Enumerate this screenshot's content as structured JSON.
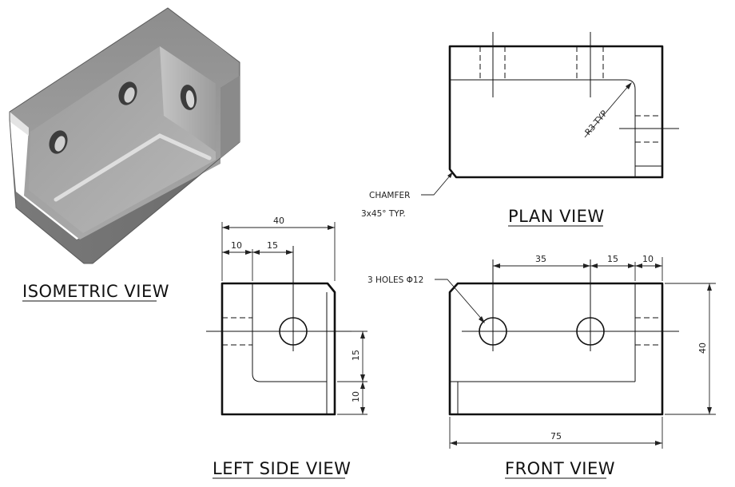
{
  "views": {
    "isometric": "ISOMETRIC VIEW",
    "plan": "PLAN VIEW",
    "left_side": "LEFT SIDE VIEW",
    "front": "FRONT VIEW"
  },
  "notes": {
    "chamfer_line1": "CHAMFER",
    "chamfer_line2": "3x45° TYP.",
    "radius": "R3 TYP",
    "holes": "3 HOLES Φ12"
  },
  "dimensions": {
    "left": {
      "overall_width": "40",
      "to_wall": "10",
      "to_hole": "15",
      "hole_height": "15",
      "base_height": "10"
    },
    "front": {
      "hole_spacing": "35",
      "hole_to_wall": "15",
      "wall": "10",
      "height": "40",
      "length": "75"
    }
  }
}
